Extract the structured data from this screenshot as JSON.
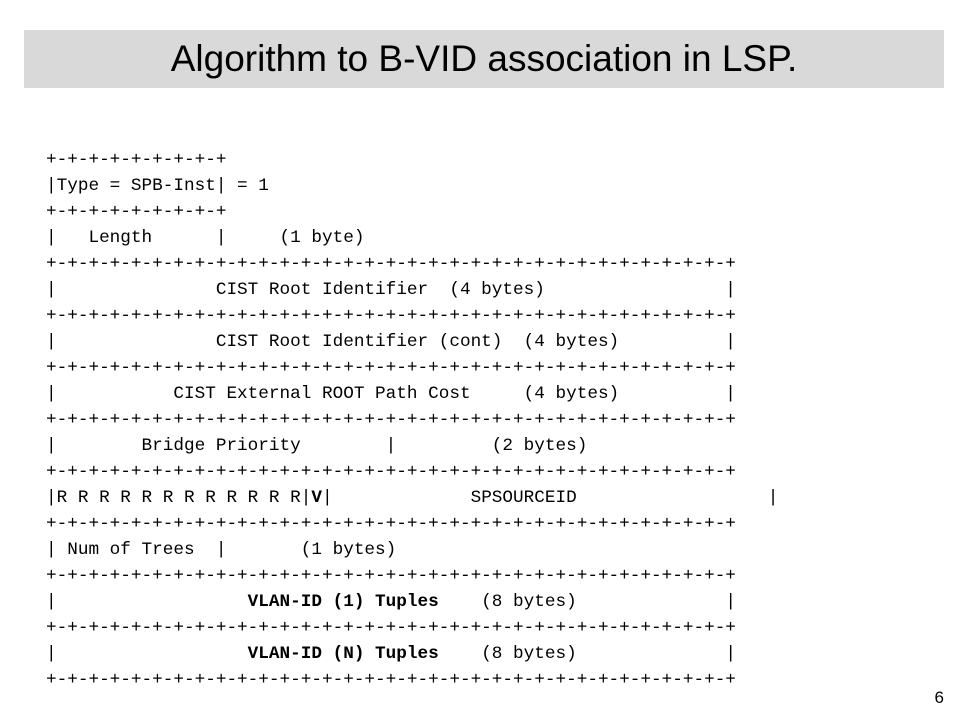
{
  "slide": {
    "title": "Algorithm to B-VID association in LSP.",
    "page_number": "6"
  },
  "diagram": {
    "lines": [
      [
        {
          "t": "+-+-+-+-+-+-+-+-+"
        }
      ],
      [
        {
          "t": "|Type = SPB-Inst| = 1"
        }
      ],
      [
        {
          "t": "+-+-+-+-+-+-+-+-+"
        }
      ],
      [
        {
          "t": "|   Length      |     (1 byte)"
        }
      ],
      [
        {
          "t": "+-+-+-+-+-+-+-+-+-+-+-+-+-+-+-+-+-+-+-+-+-+-+-+-+-+-+-+-+-+-+-+-+"
        }
      ],
      [
        {
          "t": "|               CIST Root Identifier  (4 bytes)                 |"
        }
      ],
      [
        {
          "t": "+-+-+-+-+-+-+-+-+-+-+-+-+-+-+-+-+-+-+-+-+-+-+-+-+-+-+-+-+-+-+-+-+"
        }
      ],
      [
        {
          "t": "|               CIST Root Identifier (cont)  (4 bytes)          |"
        }
      ],
      [
        {
          "t": "+-+-+-+-+-+-+-+-+-+-+-+-+-+-+-+-+-+-+-+-+-+-+-+-+-+-+-+-+-+-+-+-+"
        }
      ],
      [
        {
          "t": "|           CIST External ROOT Path Cost     (4 bytes)          |"
        }
      ],
      [
        {
          "t": "+-+-+-+-+-+-+-+-+-+-+-+-+-+-+-+-+-+-+-+-+-+-+-+-+-+-+-+-+-+-+-+-+"
        }
      ],
      [
        {
          "t": "|        Bridge Priority        |         (2 bytes)"
        }
      ],
      [
        {
          "t": "+-+-+-+-+-+-+-+-+-+-+-+-+-+-+-+-+-+-+-+-+-+-+-+-+-+-+-+-+-+-+-+-+"
        }
      ],
      [
        {
          "t": "|R R R R R R R R R R R R|"
        },
        {
          "t": "V",
          "b": true
        },
        {
          "t": "|             SPSOURCEID                  |"
        }
      ],
      [
        {
          "t": "+-+-+-+-+-+-+-+-+-+-+-+-+-+-+-+-+-+-+-+-+-+-+-+-+-+-+-+-+-+-+-+-+"
        }
      ],
      [
        {
          "t": "| Num of Trees  |       (1 bytes)"
        }
      ],
      [
        {
          "t": "+-+-+-+-+-+-+-+-+-+-+-+-+-+-+-+-+-+-+-+-+-+-+-+-+-+-+-+-+-+-+-+-+"
        }
      ],
      [
        {
          "t": "|                  "
        },
        {
          "t": "VLAN-ID (1) Tuples",
          "b": true
        },
        {
          "t": "    (8 bytes)              |"
        }
      ],
      [
        {
          "t": "+-+-+-+-+-+-+-+-+-+-+-+-+-+-+-+-+-+-+-+-+-+-+-+-+-+-+-+-+-+-+-+-+"
        }
      ],
      [
        {
          "t": "|                  "
        },
        {
          "t": "VLAN-ID (N) Tuples",
          "b": true
        },
        {
          "t": "    (8 bytes)              |"
        }
      ],
      [
        {
          "t": "+-+-+-+-+-+-+-+-+-+-+-+-+-+-+-+-+-+-+-+-+-+-+-+-+-+-+-+-+-+-+-+-+"
        }
      ]
    ]
  }
}
